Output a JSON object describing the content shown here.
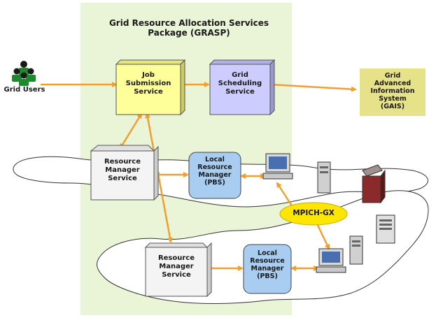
{
  "grasp": {
    "title_line1": "Grid Resource Allocation Services",
    "title_line2": "Package (GRASP)"
  },
  "users": {
    "label": "Grid Users"
  },
  "job_submission": {
    "line1": "Job",
    "line2": "Submission",
    "line3": "Service"
  },
  "grid_scheduling": {
    "line1": "Grid",
    "line2": "Scheduling",
    "line3": "Service"
  },
  "gais": {
    "line1": "Grid",
    "line2": "Advanced",
    "line3": "Information",
    "line4": "System",
    "line5": "(GAIS)"
  },
  "rms1": {
    "line1": "Resource",
    "line2": "Manager",
    "line3": "Service"
  },
  "lrm1": {
    "line1": "Local",
    "line2": "Resource",
    "line3": "Manager",
    "line4": "(PBS)"
  },
  "rms2": {
    "line1": "Resource",
    "line2": "Manager",
    "line3": "Service"
  },
  "lrm2": {
    "line1": "Local",
    "line2": "Resource",
    "line3": "Manager",
    "line4": "(PBS)"
  },
  "mpich": {
    "label": "MPICH-GX"
  },
  "colors": {
    "grasp_panel": "#eaf4d6",
    "job_box": "#ffff99",
    "sched_box": "#ccccff",
    "gais_box": "#e6e28a",
    "lrm_box": "#a8cdf0",
    "arrow": "#f0a030",
    "mpich": "#ffe600"
  }
}
